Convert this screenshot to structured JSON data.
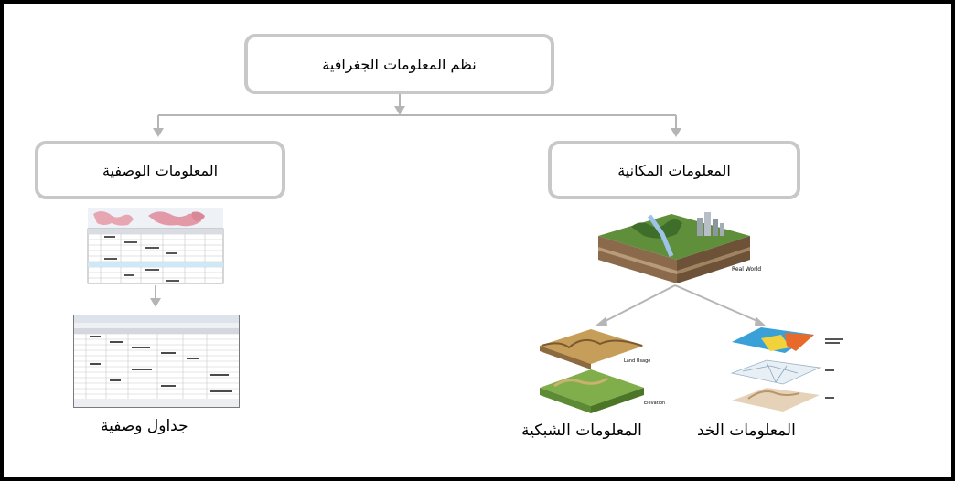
{
  "diagram": {
    "root": {
      "label": "نظم المعلومات الجغرافية"
    },
    "left_node": {
      "label": "المعلومات الوصفية"
    },
    "right_node": {
      "label": "المعلومات المكانية"
    },
    "left_bottom_label": "جداول وصفية",
    "raster_label": "المعلومات الشبكية",
    "vector_label": "المعلومات الخد",
    "image_texts": {
      "real_world": "Real World",
      "land_usage": "Land Usage",
      "elevation": "Elevation"
    }
  },
  "colors": {
    "frame": "#000000",
    "box_border": "#c8c8c8",
    "connector": "#b5b5b5"
  }
}
